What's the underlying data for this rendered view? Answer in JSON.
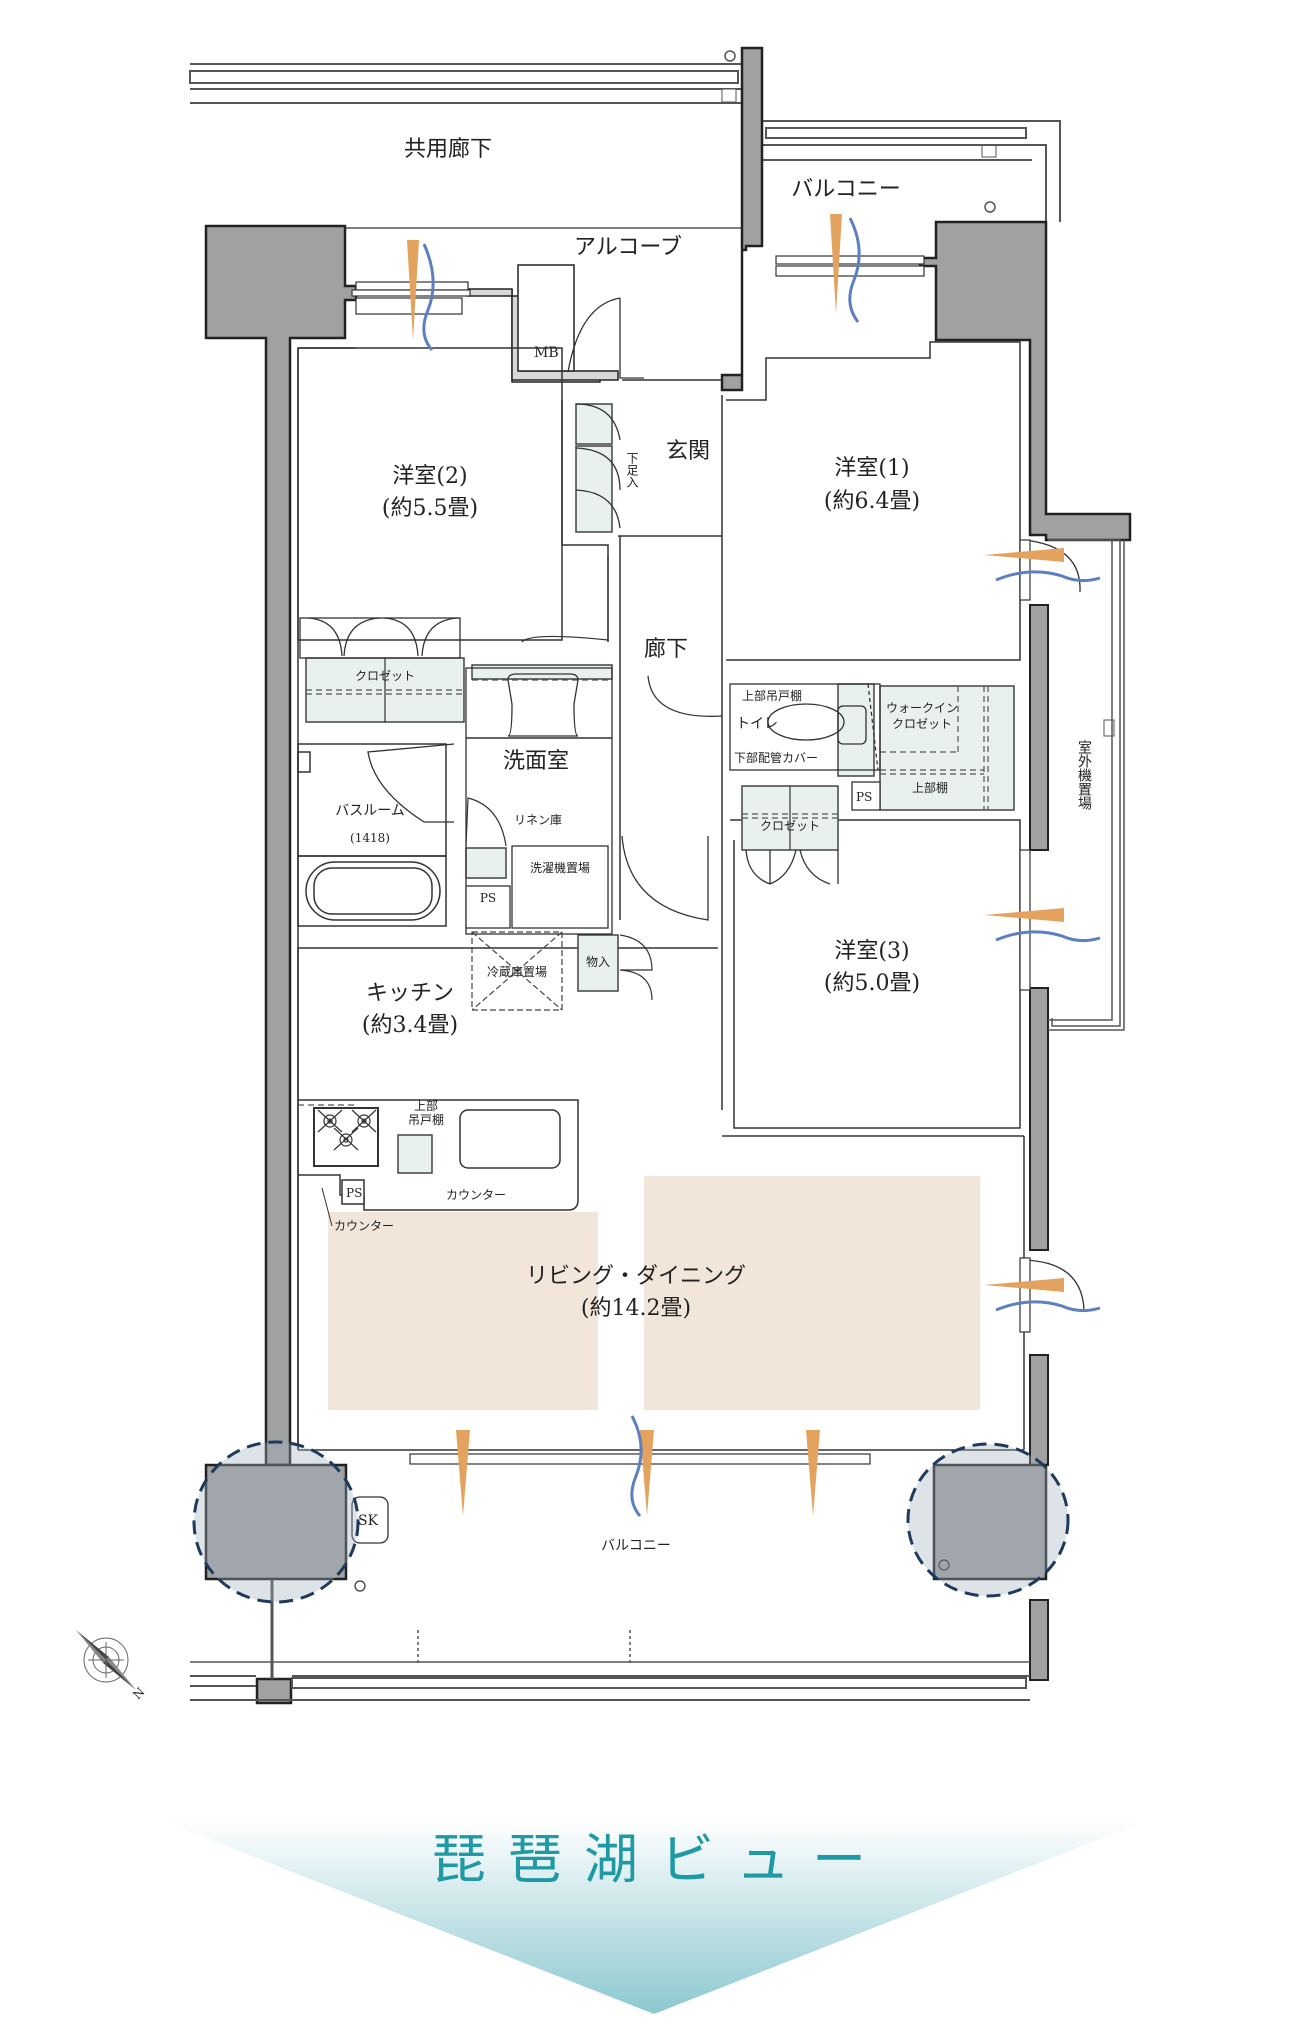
{
  "plan": {
    "colors": {
      "wall": "#a0a1a1",
      "storage": "#e8f1f0",
      "ldk_floor": "#f2e6da",
      "sun_arrow": "#e3a35f",
      "wind_arrow": "#5e7fbf",
      "pillar_circle": "#1e3a5c",
      "view_text": "#1f9aa5",
      "view_band": "#8cc8d0"
    },
    "areas": {
      "common_corridor": "共用廊下",
      "alcove": "アルコーブ",
      "balcony_north": "バルコニー",
      "outdoor_unit_area": "室外機置場",
      "balcony_south": "バルコニー",
      "mb": "MB",
      "entrance": "玄関",
      "shoe_box": "下足入",
      "hallway": "廊下",
      "toilet": "トイレ",
      "upper_cabinet_toilet": "上部吊戸棚",
      "pipe_cover": "下部配管カバー",
      "walk_in_closet_line1": "ウォークイン",
      "walk_in_closet_line2": "クロゼット",
      "upper_shelf": "上部棚",
      "ps": "PS",
      "closet": "クロゼット",
      "washroom": "洗面室",
      "linen": "リネン庫",
      "washer": "洗濯機置場",
      "bathroom": "バスルーム",
      "bathroom_size": "(1418)",
      "fridge": "冷蔵庫置場",
      "storage_small": "物入",
      "upper_cabinet_kitchen_1": "上部",
      "upper_cabinet_kitchen_2": "吊戸棚",
      "counter": "カウンター",
      "counter_leader": "カウンター",
      "sk": "SK"
    },
    "rooms": [
      {
        "name": "洋室(2)",
        "size": "(約5.5畳)"
      },
      {
        "name": "洋室(1)",
        "size": "(約6.4畳)"
      },
      {
        "name": "洋室(3)",
        "size": "(約5.0畳)"
      },
      {
        "name": "キッチン",
        "size": "(約3.4畳)"
      },
      {
        "name": "リビング・ダイニング",
        "size": "(約14.2畳)"
      }
    ],
    "compass": {
      "icon": "compass-rose-icon",
      "north_label": "N"
    }
  },
  "view_banner": {
    "title": "琵琶湖ビュー"
  }
}
